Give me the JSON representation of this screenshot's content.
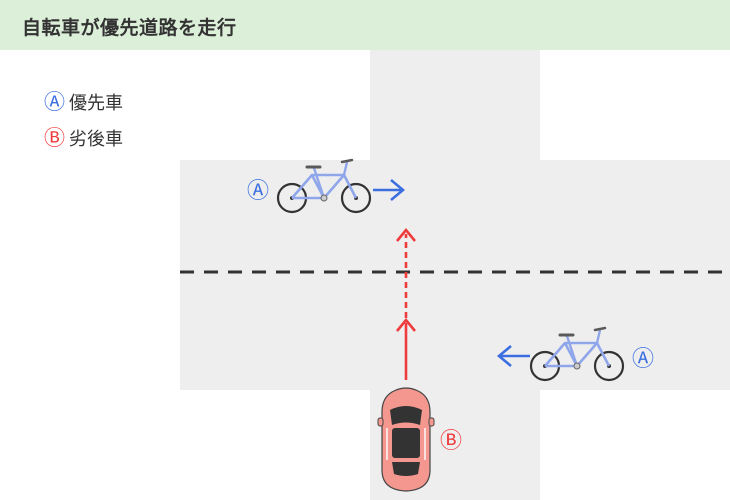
{
  "header": {
    "title": "自転車が優先道路を走行"
  },
  "legend": {
    "items": [
      {
        "mark": "Ⓐ",
        "label": "優先車",
        "color": "#3b6fe0"
      },
      {
        "mark": "Ⓑ",
        "label": "劣後車",
        "color": "#ee3b3b"
      }
    ]
  },
  "scene": {
    "bicycle_top_mark": "Ⓐ",
    "bicycle_bottom_mark": "Ⓐ",
    "car_mark": "Ⓑ"
  },
  "colors": {
    "header_bg": "#dcefd9",
    "road": "#efeeef",
    "priority_blue": "#3b6fe0",
    "subordinate_red": "#ee3b3b",
    "car_body": "#f3978f",
    "bicycle_frame": "#8fa6ea"
  },
  "icons": [
    "bicycle-icon",
    "car-icon",
    "arrow-right-icon",
    "arrow-left-icon",
    "arrow-up-icon"
  ]
}
